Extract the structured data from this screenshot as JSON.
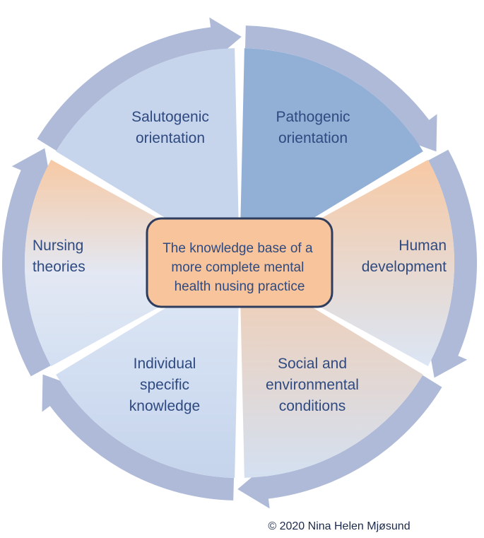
{
  "segments": [
    {
      "lines": [
        "Salutogenic",
        "orientation"
      ]
    },
    {
      "lines": [
        "Pathogenic",
        "orientation"
      ]
    },
    {
      "lines": [
        "Human",
        "development"
      ]
    },
    {
      "lines": [
        "Social and",
        "environmental",
        "conditions"
      ]
    },
    {
      "lines": [
        "Individual",
        "specific",
        "knowledge"
      ]
    },
    {
      "lines": [
        "Nursing",
        "theories"
      ]
    }
  ],
  "center": {
    "lines": [
      "The knowledge base of a",
      "more complete mental",
      "health nusing practice"
    ]
  },
  "copyright": "© 2020 Nina Helen Mjøsund",
  "colors": {
    "ring": "#aebad8",
    "light_blue": "#c6d4ec",
    "dark_blue": "#92afd6",
    "pale_blue": "#d8e4f4",
    "peach": "#f7c9a4",
    "center_fill": "#f7c49b",
    "center_stroke": "#2e3d5e",
    "text": "#2f4a80"
  }
}
